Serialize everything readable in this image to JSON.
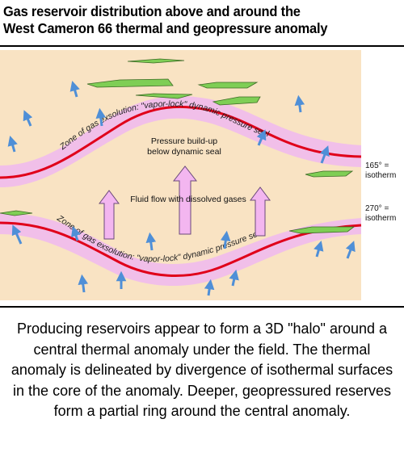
{
  "title": {
    "line1": "Gas reservoir distribution above and around the",
    "line2": "West Cameron 66 thermal and geopressure anomaly"
  },
  "diagram": {
    "upper_zone_label": "Zone of gas exsolution: \"vapor-lock\" dynamic pressure seal",
    "lower_zone_label": "Zone of gas exsolution: \"vapor-lock\" dynamic pressure seal",
    "pressure_label_line1": "Pressure build-up",
    "pressure_label_line2": "below dynamic seal",
    "fluid_label": "Fluid flow with dissolved gases",
    "isotherm_165_line1": "165° =",
    "isotherm_165_line2": "isotherm",
    "isotherm_270_line1": "270° =",
    "isotherm_270_line2": "isotherm"
  },
  "caption": "Producing reservoirs appear to form a 3D \"halo\" around a central thermal anomaly under the field. The thermal anomaly is delineated by divergence of isothermal surfaces in the core of the anomaly. Deeper, geopressured reserves form a partial ring around the central anomaly.",
  "colors": {
    "background": "#f9e3c3",
    "seal_band": "#f1bfe9",
    "isotherm_line": "#e0001a",
    "reservoir": "#7fce55",
    "flow_arrow": "#4f8fd7",
    "pressure_arrow": "#f3b6f0"
  }
}
